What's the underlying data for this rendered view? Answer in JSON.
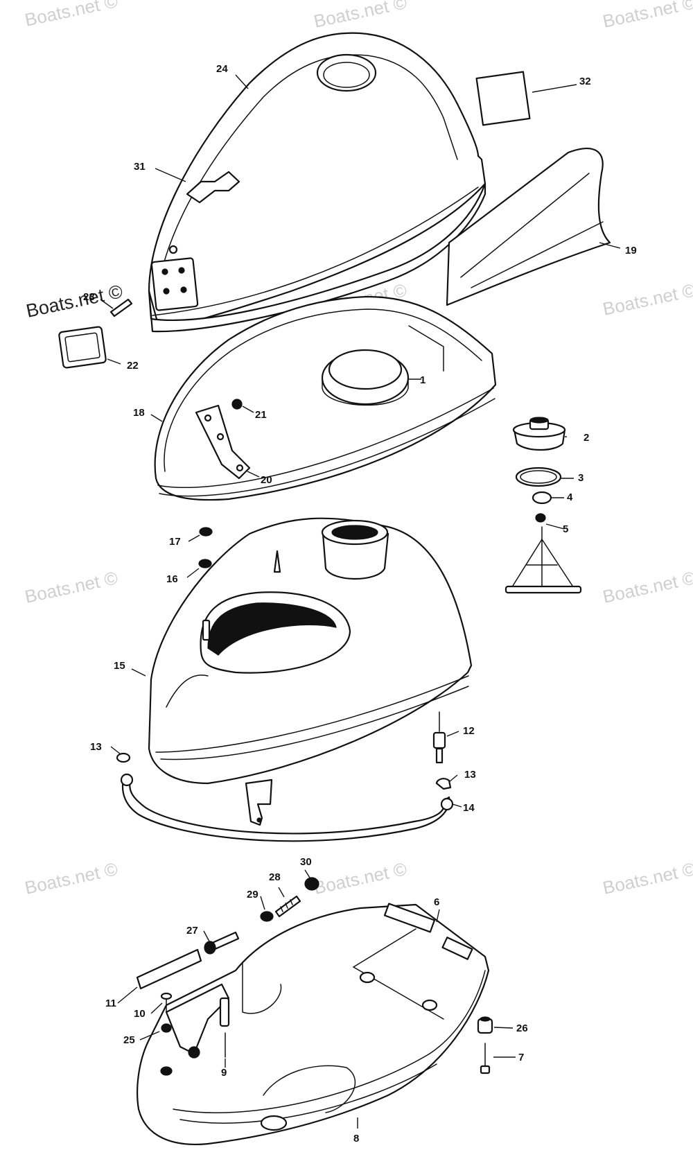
{
  "watermarks": {
    "text": "Boats.net ©",
    "dark_text": "Boats.net ©"
  },
  "callouts": {
    "c1": "1",
    "c2": "2",
    "c3": "3",
    "c4": "4",
    "c5": "5",
    "c6": "6",
    "c7": "7",
    "c8": "8",
    "c9": "9",
    "c10": "10",
    "c11": "11",
    "c12": "12",
    "c13a": "13",
    "c13b": "13",
    "c14": "14",
    "c15": "15",
    "c16": "16",
    "c17": "17",
    "c18": "18",
    "c19": "19",
    "c20": "20",
    "c21": "21",
    "c22": "22",
    "c23": "23",
    "c24": "24",
    "c25": "25",
    "c26": "26",
    "c27": "27",
    "c28": "28",
    "c29": "29",
    "c30": "30",
    "c31": "31",
    "c32": "32"
  },
  "colors": {
    "line": "#111111",
    "watermark": "#cfcfcf",
    "background": "#ffffff"
  }
}
